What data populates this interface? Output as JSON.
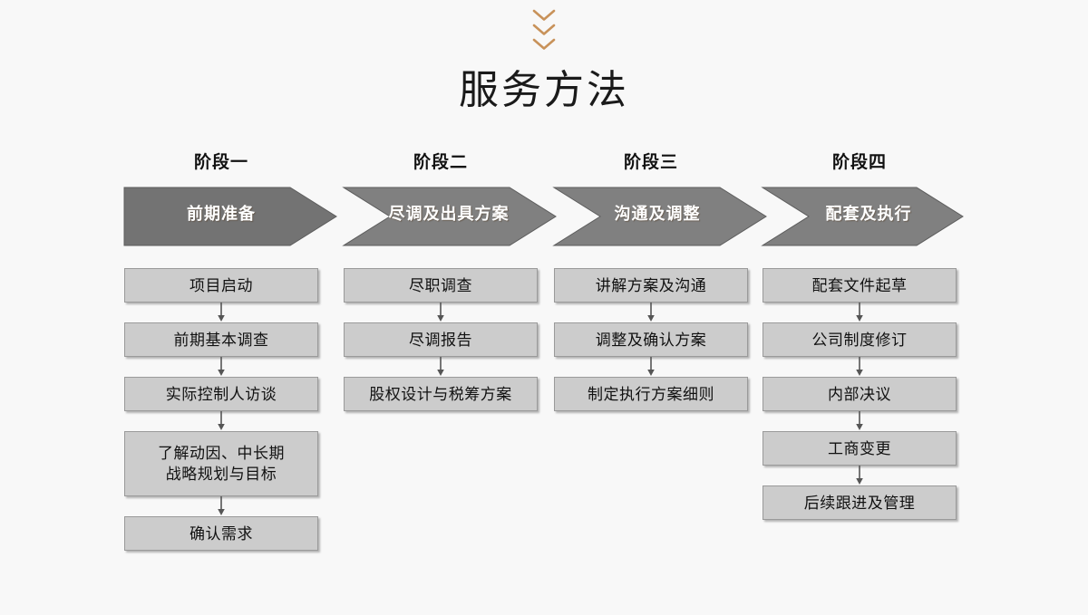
{
  "slide": {
    "title": "服务方法",
    "background_color": "#f8f8f8",
    "accent_color": "#c8925a",
    "arrow_fill": "#808080",
    "arrow_fill_active": "#737373",
    "box_fill": "#cccccc",
    "box_border": "#9a9a9a"
  },
  "header": {
    "chevron_icon_name": "chevron-down-icon",
    "chevron_count": 3,
    "chevron_color": "#c8925a"
  },
  "phases": [
    {
      "label": "阶段一",
      "arrow_label": "前期准备",
      "steps": [
        {
          "text": "项目启动",
          "lines": 1
        },
        {
          "text": "前期基本调查",
          "lines": 1
        },
        {
          "text": "实际控制人访谈",
          "lines": 1
        },
        {
          "text": "了解动因、中长期\n战略规划与目标",
          "lines": 2
        },
        {
          "text": "确认需求",
          "lines": 1
        }
      ]
    },
    {
      "label": "阶段二",
      "arrow_label": "尽调及出具方案",
      "steps": [
        {
          "text": "尽职调查",
          "lines": 1
        },
        {
          "text": "尽调报告",
          "lines": 1
        },
        {
          "text": "股权设计与税筹方案",
          "lines": 1
        }
      ]
    },
    {
      "label": "阶段三",
      "arrow_label": "沟通及调整",
      "steps": [
        {
          "text": "讲解方案及沟通",
          "lines": 1
        },
        {
          "text": "调整及确认方案",
          "lines": 1
        },
        {
          "text": "制定执行方案细则",
          "lines": 1
        }
      ]
    },
    {
      "label": "阶段四",
      "arrow_label": "配套及执行",
      "steps": [
        {
          "text": "配套文件起草",
          "lines": 1
        },
        {
          "text": "公司制度修订",
          "lines": 1
        },
        {
          "text": "内部决议",
          "lines": 1
        },
        {
          "text": "工商变更",
          "lines": 1
        },
        {
          "text": "后续跟进及管理",
          "lines": 1
        }
      ]
    }
  ]
}
